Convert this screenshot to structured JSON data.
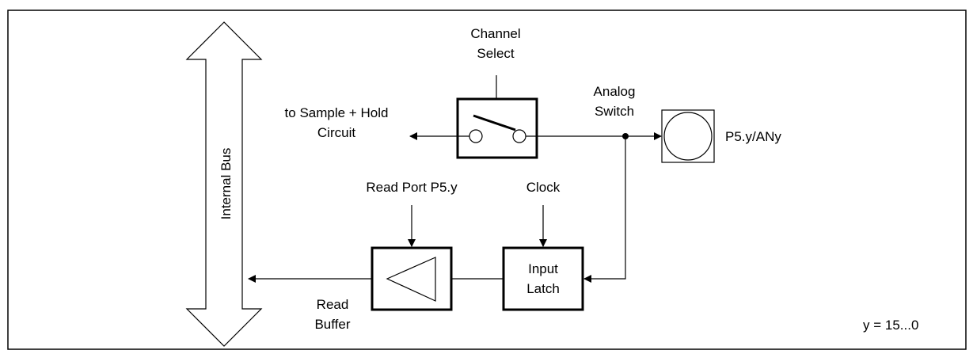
{
  "labels": {
    "internal_bus": "Internal Bus",
    "channel_select_line1": "Channel",
    "channel_select_line2": "Select",
    "sample_hold_line1": "to Sample + Hold",
    "sample_hold_line2": "Circuit",
    "analog_switch_line1": "Analog",
    "analog_switch_line2": "Switch",
    "pin": "P5.y/ANy",
    "read_port": "Read Port P5.y",
    "clock": "Clock",
    "input_latch_line1": "Input",
    "input_latch_line2": "Latch",
    "read_buffer_line1": "Read",
    "read_buffer_line2": "Buffer",
    "range_note": "y = 15...0"
  },
  "colors": {
    "line": "#000000",
    "background": "#ffffff"
  }
}
